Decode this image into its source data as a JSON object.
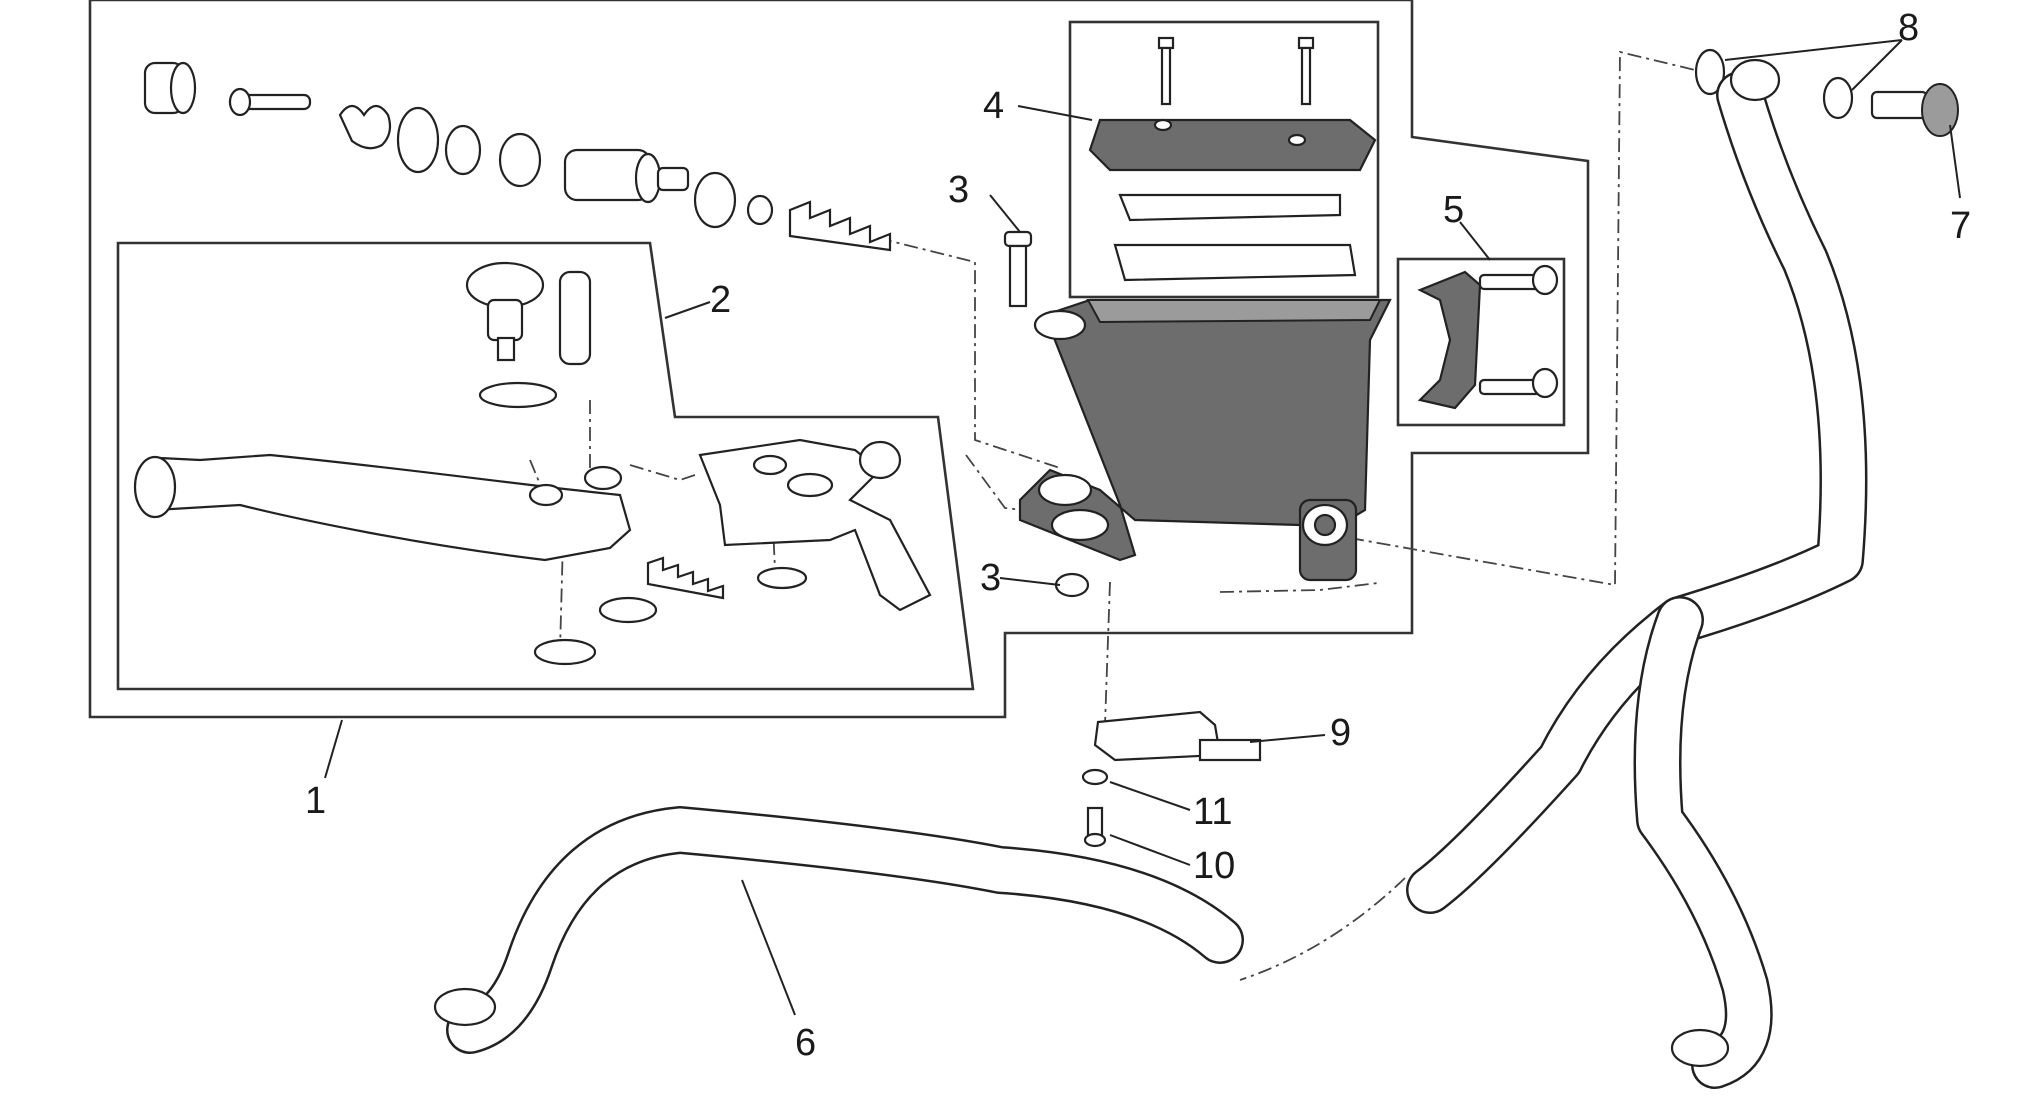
{
  "diagram": {
    "callouts": [
      {
        "id": "1",
        "label": "1"
      },
      {
        "id": "2",
        "label": "2"
      },
      {
        "id": "3a",
        "label": "3"
      },
      {
        "id": "3b",
        "label": "3"
      },
      {
        "id": "4",
        "label": "4"
      },
      {
        "id": "5",
        "label": "5"
      },
      {
        "id": "6",
        "label": "6"
      },
      {
        "id": "7",
        "label": "7"
      },
      {
        "id": "8",
        "label": "8"
      },
      {
        "id": "9",
        "label": "9"
      },
      {
        "id": "10",
        "label": "10"
      },
      {
        "id": "11",
        "label": "11"
      }
    ]
  }
}
